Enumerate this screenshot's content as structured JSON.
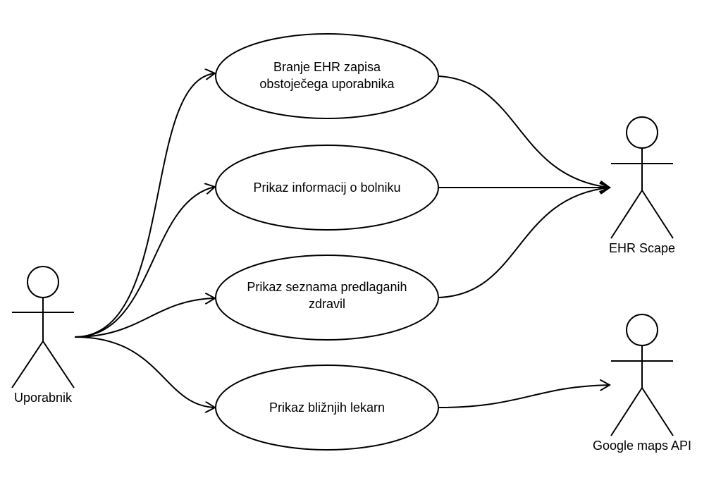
{
  "actors": {
    "user": {
      "label": "Uporabnik"
    },
    "ehr": {
      "label": "EHR Scape"
    },
    "maps": {
      "label": "Google maps API"
    }
  },
  "use_cases": {
    "read_ehr": {
      "line1": "Branje EHR zapisa",
      "line2": "obstoječega uporabnika"
    },
    "patient_info": {
      "line1": "Prikaz informacij o bolniku"
    },
    "drug_list": {
      "line1": "Prikaz seznama predlaganih",
      "line2": "zdravil"
    },
    "pharmacies": {
      "line1": "Prikaz bližnjih lekarn"
    }
  }
}
